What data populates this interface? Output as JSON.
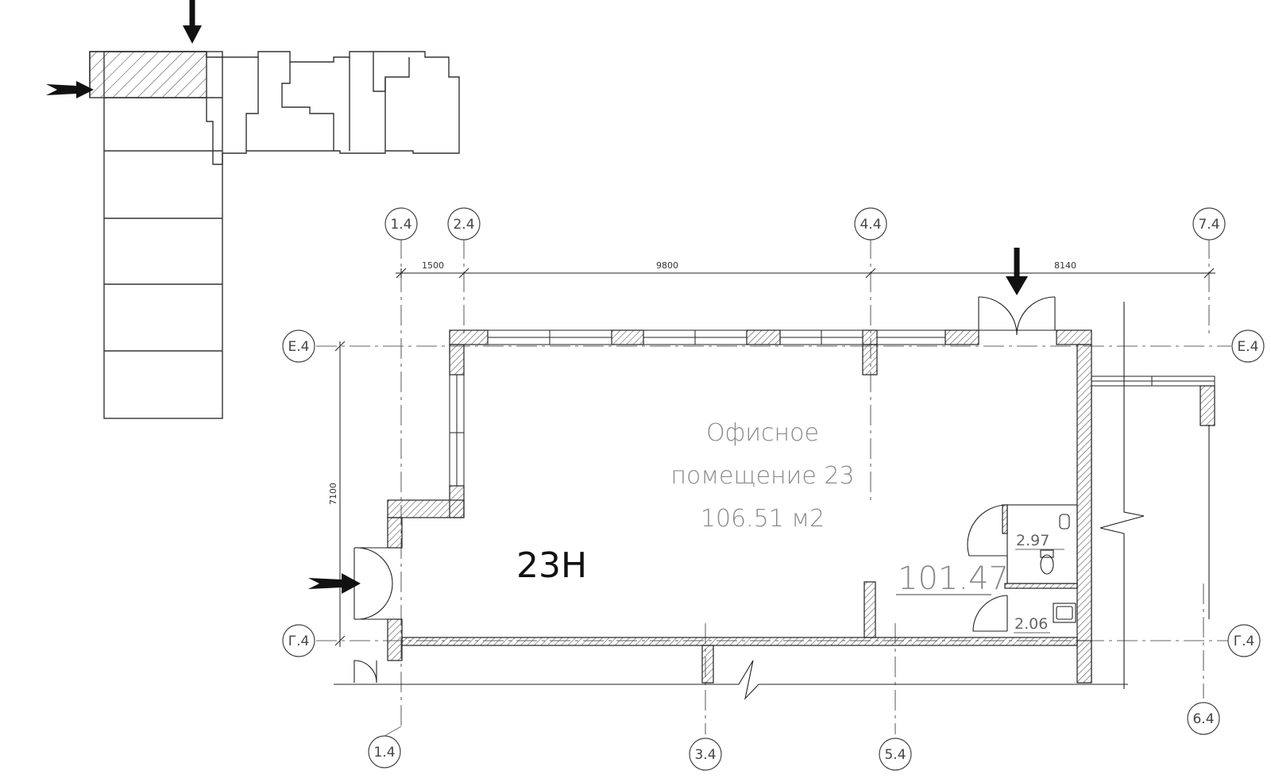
{
  "axes": {
    "top": [
      "1.4",
      "2.4",
      "4.4",
      "7.4"
    ],
    "bottom": [
      "1.4",
      "3.4",
      "5.4",
      "6.4"
    ],
    "left": [
      "Е.4",
      "Г.4"
    ],
    "right": [
      "Е.4",
      "Г.4"
    ]
  },
  "dimensions": {
    "d1": "1500",
    "d2": "9800",
    "d3": "8140",
    "height": "7100"
  },
  "room": {
    "line1": "Офисное",
    "line2": "помещение 23",
    "area": "106.51 м2",
    "unit": "23Н",
    "main_area": "101.47",
    "wc_area": "2.97",
    "bath_area": "2.06"
  },
  "colors": {
    "line": "#222222",
    "hatch": "#555555",
    "axis_line": "#666666",
    "muted_text": "#8a8a8a"
  }
}
